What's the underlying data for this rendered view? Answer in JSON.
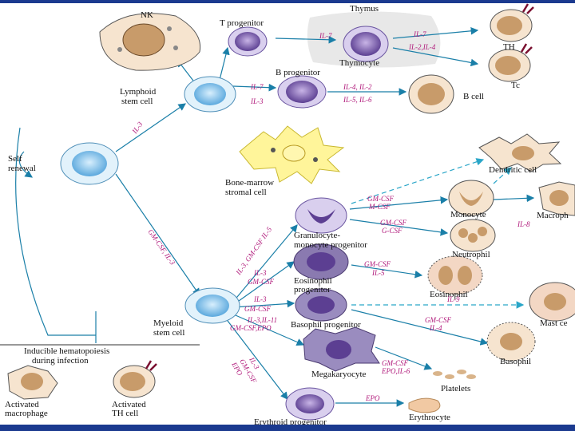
{
  "cells": {
    "nk": "NK",
    "t_progenitor": "T progenitor",
    "thymus": "Thymus",
    "thymocyte": "Thymocyte",
    "th": "TH",
    "tc": "Tc",
    "lymphoid_stem": [
      "Lymphoid",
      "stem cell"
    ],
    "b_progenitor": "B progenitor",
    "b_cell": "B cell",
    "self_renewal": [
      "Self",
      "renewal"
    ],
    "stromal": [
      "Bone-marrow",
      "stromal cell"
    ],
    "dendritic": "Dendritic cell",
    "granulocyte_monocyte": [
      "Granulocyte-",
      "monocyte progenitor"
    ],
    "monocyte": "Monocyte",
    "macrophage": "Macroph",
    "neutrophil": "Neutrophil",
    "eosinophil_progenitor": [
      "Eosinophil",
      "progenitor"
    ],
    "eosinophil": "Eosinophil",
    "myeloid_stem": [
      "Myeloid",
      "stem cell"
    ],
    "basophil_progenitor": "Basophil progenitor",
    "mast_cell": "Mast ce",
    "basophil": "Basophil",
    "megakaryocyte": "Megakaryocyte",
    "platelets": "Platelets",
    "erythroid_progenitor": "Erythroid progenitor",
    "erythrocyte": "Erythrocyte",
    "inducible": [
      "Inducible hematopoiesis",
      "during infection"
    ],
    "activated_macrophage": [
      "Activated",
      "macrophage"
    ],
    "activated_th": [
      "Activated",
      "TH cell"
    ]
  },
  "cytokines": {
    "il7_thymocyte": "IL-7",
    "il7_th": "IL-7",
    "il2_il4": "IL-2,IL-4",
    "il7_b": "IL-7",
    "il3_b": "IL-3",
    "il4_il2": "IL-4, IL-2",
    "il5_il6": "IL-5, IL-6",
    "il3_lymphoid": "IL-3",
    "gmcsf_il3": "GM-CSF, IL-3",
    "il3_gmcsf_il5": "IL-3, GM-CSF IL-5",
    "gmcsf_mcsf": [
      "GM-CSF",
      "M-CSF"
    ],
    "il8": "IL-8",
    "gmcsf_gcsf": [
      "GM-CSF",
      "G-CSF"
    ],
    "il3_gmcsf_eos": [
      "IL-3",
      "GM-CSF"
    ],
    "gmcsf_il5": [
      "GM-CSF",
      "IL-5"
    ],
    "il3_gmcsf_baso": [
      "IL-3",
      "GM-CSF"
    ],
    "il9": "IL-9",
    "gmcsf_il4": [
      "GM-CSF",
      "IL-4"
    ],
    "il3_il11_gmcsf_epo": [
      "IL-3,IL-11",
      "GM-CSF,EPO"
    ],
    "gmcsf_epo_il6": [
      "GM-CSF",
      "EPO,IL-6"
    ],
    "il3_gmcsf_epo": [
      "IL-3",
      "GM-CSF",
      "EPO"
    ],
    "epo": "EPO"
  },
  "colors": {
    "lymphoid_stem_fill": "#9ad0f2",
    "progenitor_fill": "#7b5fb0",
    "mature_fill": "#f6e4cf",
    "nucleus": "#c89b6a",
    "stromal": "#fff59a",
    "arrow_solid": "#1a7fa8",
    "arrow_dashed": "#2aa6c8",
    "cytokine_text": "#b0187a",
    "bar": "#1b3a8f"
  }
}
